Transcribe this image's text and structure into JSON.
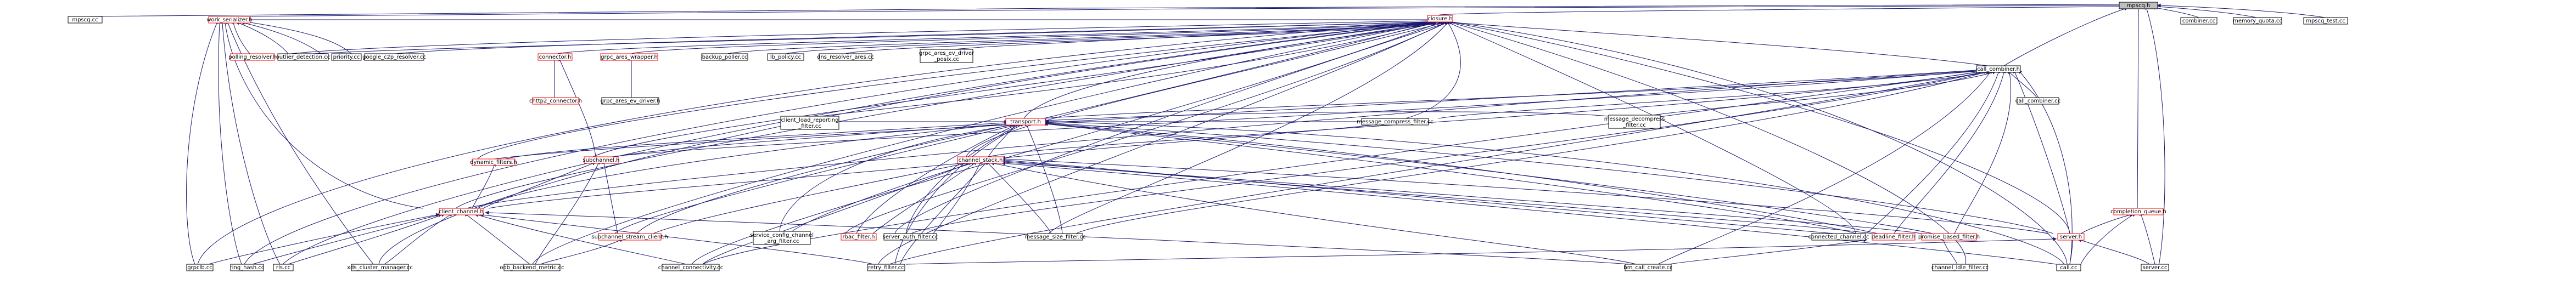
{
  "diagram": {
    "type": "include-dependency-graph",
    "colors": {
      "edge": "#191970",
      "normal_border": "#000000",
      "linked_border": "#ff0000",
      "root_fill": "#bfbfbf"
    },
    "nodes": {
      "mpscq_h": "mpscq.h",
      "mpscq_cc": "mpscq.cc",
      "work_serializer_h": "work_serializer.h",
      "closure_h": "closure.h",
      "combiner_cc": "combiner.cc",
      "memory_quota_cc": "memory_quota.cc",
      "mpscq_test_cc": "mpscq_test.cc",
      "polling_resolver_h": "polling_resolver.h",
      "outlier_detection_cc": "outlier_detection.cc",
      "priority_cc": "priority.cc",
      "google_c2p_resolver_cc": "google_c2p_resolver.cc",
      "connector_h": "connector.h",
      "grpc_ares_wrapper_h": "grpc_ares_wrapper.h",
      "backup_poller_cc": "backup_poller.cc",
      "lb_policy_cc": "lb_policy.cc",
      "dns_resolver_ares_cc": "dns_resolver_ares.cc",
      "grpc_ares_ev_driver_posix_cc_1": "grpc_ares_ev_driver",
      "grpc_ares_ev_driver_posix_cc_2": "_posix.cc",
      "call_combiner_h": "call_combiner.h",
      "call_combiner_cc": "call_combiner.cc",
      "chttp2_connector_h": "chttp2_connector.h",
      "grpc_ares_ev_driver_h": "grpc_ares_ev_driver.h",
      "transport_h": "transport.h",
      "client_load_reporting_filter_cc_1": "client_load_reporting",
      "client_load_reporting_filter_cc_2": "_filter.cc",
      "message_compress_filter_cc": "message_compress_filter.cc",
      "message_decompress_filter_cc_1": "message_decompress",
      "message_decompress_filter_cc_2": "_filter.cc",
      "completion_queue_h": "completion_queue.h",
      "dynamic_filters_h": "dynamic_filters.h",
      "subchannel_h": "subchannel.h",
      "channel_stack_h": "channel_stack.h",
      "client_channel_h": "client_channel.h",
      "subchannel_stream_client_h": "subchannel_stream_client.h",
      "service_config_channel_arg_filter_cc_1": "service_config_channel",
      "service_config_channel_arg_filter_cc_2": "_arg_filter.cc",
      "rbac_filter_h": "rbac_filter.h",
      "server_auth_filter_cc": "server_auth_filter.cc",
      "message_size_filter_cc": "message_size_filter.cc",
      "connected_channel_cc": "connected_channel.cc",
      "deadline_filter_h": "deadline_filter.h",
      "promise_based_filter_h": "promise_based_filter.h",
      "server_h": "server.h",
      "grpclb_cc": "grpclb.cc",
      "ring_hash_cc": "ring_hash.cc",
      "rls_cc": "rls.cc",
      "xds_cluster_manager_cc": "xds_cluster_manager.cc",
      "oob_backend_metric_cc": "oob_backend_metric.cc",
      "channel_connectivity_cc": "channel_connectivity.cc",
      "retry_filter_cc": "retry_filter.cc",
      "bm_call_create_cc": "bm_call_create.cc",
      "channel_idle_filter_cc": "channel_idle_filter.cc",
      "call_cc": "call.cc",
      "server_cc": "server.cc"
    }
  }
}
